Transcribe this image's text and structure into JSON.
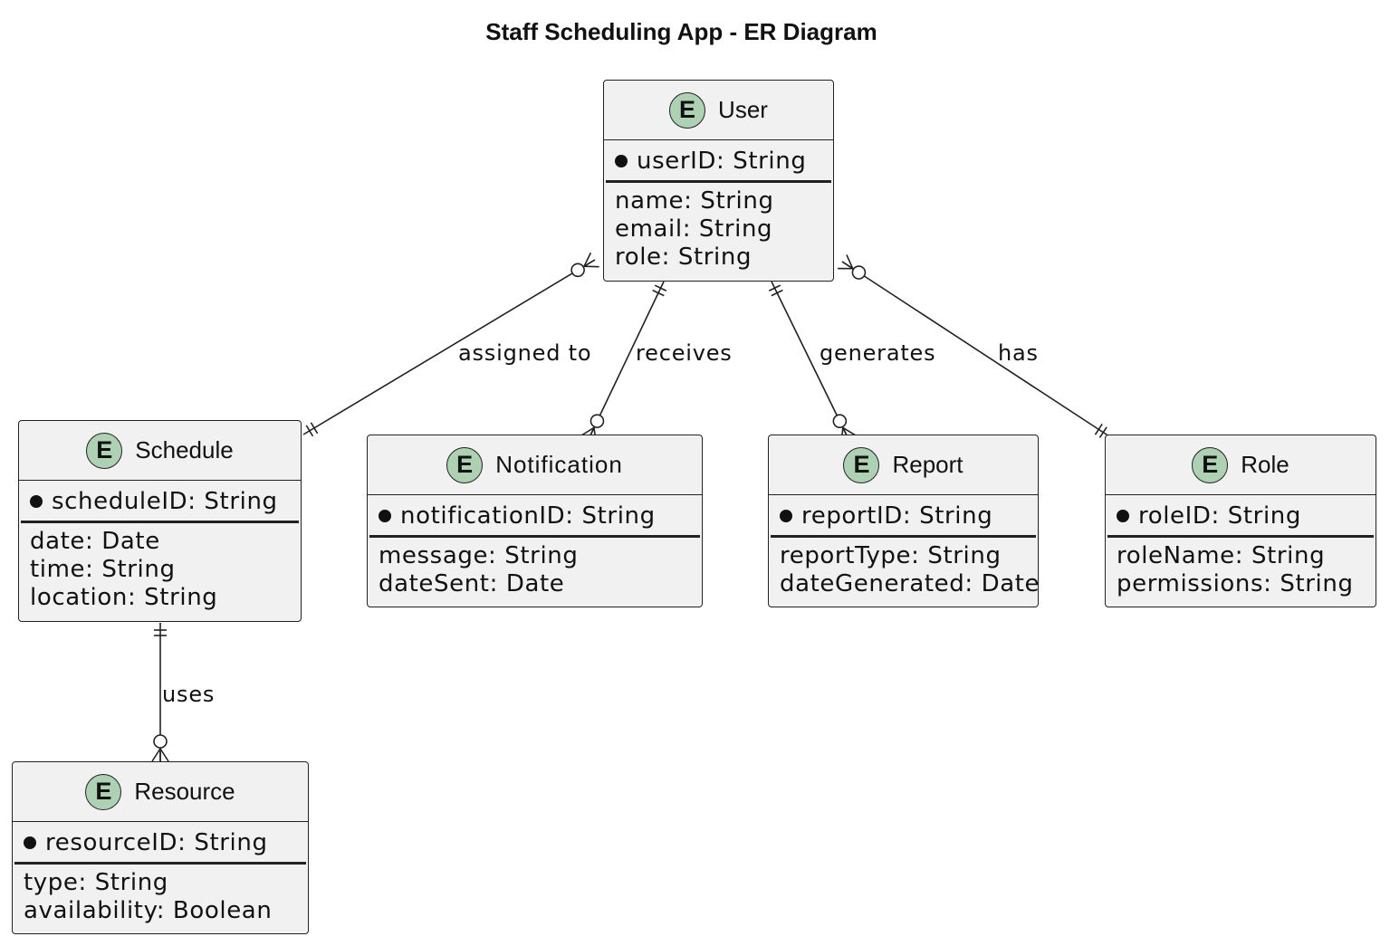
{
  "diagram": {
    "title": "Staff Scheduling App - ER Diagram",
    "entities": {
      "user": {
        "name": "User",
        "badge": "E",
        "pk": "userID: String",
        "attrs": [
          "name: String",
          "email: String",
          "role: String"
        ]
      },
      "schedule": {
        "name": "Schedule",
        "badge": "E",
        "pk": "scheduleID: String",
        "attrs": [
          "date: Date",
          "time: String",
          "location: String"
        ]
      },
      "notification": {
        "name": "Notification",
        "badge": "E",
        "pk": "notificationID: String",
        "attrs": [
          "message: String",
          "dateSent: Date"
        ]
      },
      "report": {
        "name": "Report",
        "badge": "E",
        "pk": "reportID: String",
        "attrs": [
          "reportType: String",
          "dateGenerated: Date"
        ]
      },
      "role": {
        "name": "Role",
        "badge": "E",
        "pk": "roleID: String",
        "attrs": [
          "roleName: String",
          "permissions: String"
        ]
      },
      "resource": {
        "name": "Resource",
        "badge": "E",
        "pk": "resourceID: String",
        "attrs": [
          "type: String",
          "availability: Boolean"
        ]
      }
    },
    "relationships": [
      {
        "label": "assigned to",
        "from": "user",
        "to": "schedule",
        "from_cardinality": "zero-or-many",
        "to_cardinality": "exactly-one"
      },
      {
        "label": "receives",
        "from": "user",
        "to": "notification",
        "from_cardinality": "exactly-one",
        "to_cardinality": "zero-or-many"
      },
      {
        "label": "generates",
        "from": "user",
        "to": "report",
        "from_cardinality": "exactly-one",
        "to_cardinality": "zero-or-many"
      },
      {
        "label": "has",
        "from": "user",
        "to": "role",
        "from_cardinality": "zero-or-many",
        "to_cardinality": "exactly-one"
      },
      {
        "label": "uses",
        "from": "schedule",
        "to": "resource",
        "from_cardinality": "exactly-one",
        "to_cardinality": "zero-or-many"
      }
    ]
  }
}
